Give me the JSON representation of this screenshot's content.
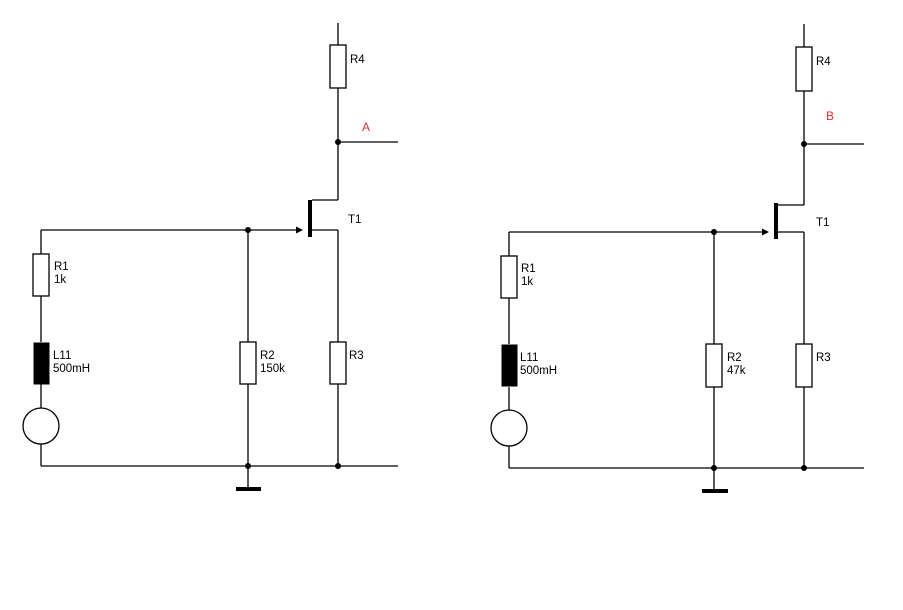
{
  "colors": {
    "wire": "#000000",
    "node_label": "#e03030",
    "background": "#ffffff"
  },
  "circuit_a": {
    "node_label": "A",
    "r1": {
      "name": "R1",
      "value": "1k"
    },
    "l11": {
      "name": "L11",
      "value": "500mH"
    },
    "r2": {
      "name": "R2",
      "value": "150k"
    },
    "r3": {
      "name": "R3"
    },
    "r4": {
      "name": "R4"
    },
    "t1": {
      "name": "T1"
    }
  },
  "circuit_b": {
    "node_label": "B",
    "r1": {
      "name": "R1",
      "value": "1k"
    },
    "l11": {
      "name": "L11",
      "value": "500mH"
    },
    "r2": {
      "name": "R2",
      "value": "47k"
    },
    "r3": {
      "name": "R3"
    },
    "r4": {
      "name": "R4"
    },
    "t1": {
      "name": "T1"
    }
  }
}
